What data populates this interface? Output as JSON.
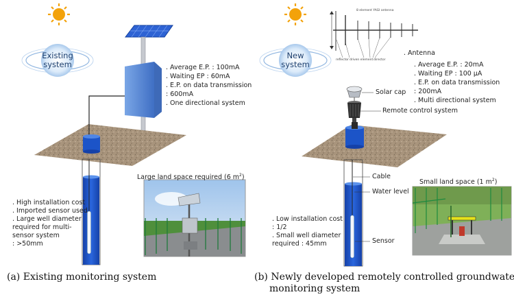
{
  "panel_a": {
    "bubble": [
      "Existing",
      "system"
    ],
    "specs": [
      ". Average E.P. : 100mA",
      ". Waiting EP : 60mA",
      ". E.P. on data transmission",
      "  : 600mA",
      ". One directional system"
    ],
    "notes": [
      ". High installation cost",
      ". Imported sensor used",
      ". Large well diameter",
      "  required for multi-",
      "  sensor system",
      "  : >50mm"
    ],
    "land_space": "Large land space required (6 m",
    "land_sup": "2",
    "land_close": ")",
    "caption": "(a) Existing monitoring system"
  },
  "panel_b": {
    "bubble": [
      "New",
      "system"
    ],
    "antenna_title": "8 element YAGI antenna",
    "antenna_parts": [
      "reflector",
      "driven element",
      "director"
    ],
    "antenna_label": ". Antenna",
    "specs": [
      ". Average E.P. : 20mA",
      ". Waiting EP : 100 µA",
      ". E.P. on data transmission",
      "  : 200mA",
      ". Multi directional system"
    ],
    "solar_cap": "Solar cap",
    "remote": "Remote control system",
    "cable": "Cable",
    "water_level": "Water level",
    "sensor": "Sensor",
    "notes": [
      ". Low installation cost",
      "  : 1/2",
      ". Small well diameter",
      "  required : 45mm"
    ],
    "land_space": "Small land space (1 m",
    "land_sup": "2",
    "land_close": ")",
    "caption": [
      "(b) Newly developed remotely controlled groundwater",
      "monitoring system"
    ]
  },
  "colors": {
    "water": "#1c54c8",
    "ground": "#a8947c",
    "bubble": "#cfe3f7",
    "sun": "#f3a20a",
    "logger": "#5e8ed6"
  }
}
